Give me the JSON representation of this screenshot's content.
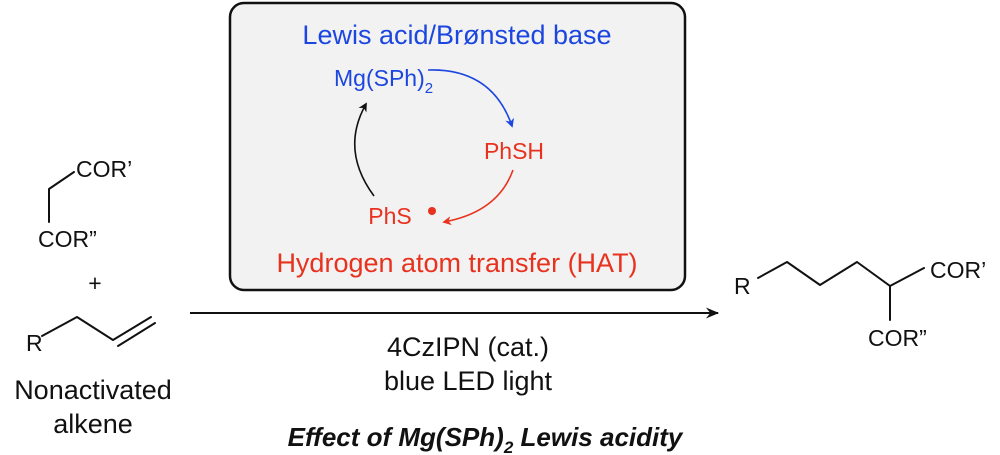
{
  "box": {
    "title": "Lewis acid/Brønsted base",
    "footer": "Hydrogen atom transfer (HAT)",
    "mg_main": "Mg(SPh)",
    "mg_sub": "2",
    "phsh": "PhSH",
    "phs": "PhS"
  },
  "reactants": {
    "dicarbonyl_top": "COR’",
    "dicarbonyl_bottom": "COR”",
    "plus": "+",
    "alkene_R": "R",
    "alkene_label_line1": "Nonactivated",
    "alkene_label_line2": "alkene"
  },
  "conditions": {
    "catalyst": "4CzIPN (cat.)",
    "light": "blue LED light"
  },
  "product": {
    "R": "R",
    "cor1": "COR’",
    "cor2": "COR”"
  },
  "caption": {
    "main": "Effect of Mg(SPh)",
    "sub": "2",
    "tail": " Lewis acidity"
  },
  "colors": {
    "blue": "#1c46e0",
    "red": "#e8321e",
    "box_fill": "#f2f2f2",
    "black": "#111111"
  }
}
